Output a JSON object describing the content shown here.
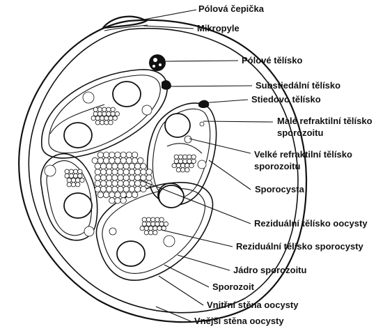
{
  "colors": {
    "ink": "#111111",
    "background": "#ffffff"
  },
  "labels": {
    "polar_cap": "Pólová čepička",
    "micropyle": "Mikropyle",
    "polar_body": "Pólové tělísko",
    "substiedal_body": "Substiedální tělísko",
    "stieda_body": "Stiedovo tělísko",
    "small_refractile_1": "Malé refraktilní tělísko",
    "small_refractile_2": "sporozoitu",
    "large_refractile_1": "Velké refraktilní tělísko",
    "large_refractile_2": "sporozoitu",
    "sporocyst": "Sporocysta",
    "oocyst_residuum": "Reziduální tělísko oocysty",
    "sporocyst_residuum": "Reziduální tělísko sporocysty",
    "sporozoite_nucleus": "Jádro sporozoitu",
    "sporozoite": "Sporozoit",
    "inner_wall": "Vnitřní stěna oocysty",
    "outer_wall": "Vnější stěna oocysty"
  }
}
